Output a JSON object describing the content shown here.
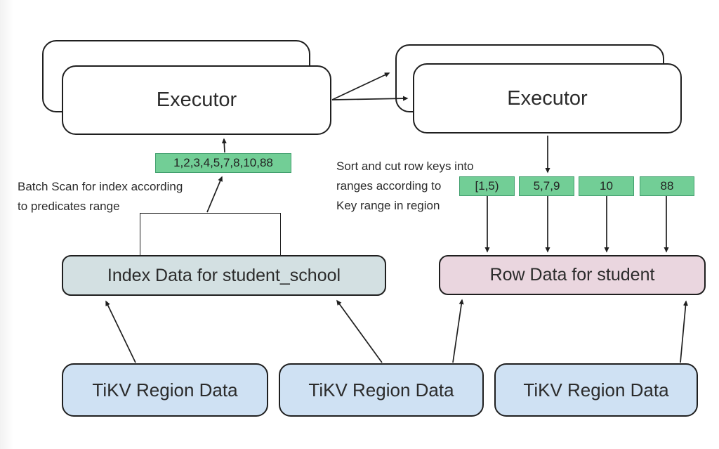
{
  "diagram": {
    "executors": {
      "left_label": "Executor",
      "right_label": "Executor"
    },
    "index_result_label": "1,2,3,4,5,7,8,10,88",
    "notes": {
      "batch_scan": "Batch Scan for index according\nto predicates range",
      "sort_cut": "Sort and cut row keys into\nranges according to\nKey range in region"
    },
    "ranges": {
      "items": [
        "[1,5)",
        "5,7,9",
        "10",
        "88"
      ]
    },
    "stores": {
      "index_box_label": "Index Data for student_school",
      "row_box_label": "Row Data for student",
      "tikv_labels": [
        "TiKV Region Data",
        "TiKV Region Data",
        "TiKV Region Data"
      ]
    },
    "colors": {
      "green_fill": "#72ce96",
      "green_border": "#43a06f",
      "index_fill": "#d3e0e2",
      "row_fill": "#ead6df",
      "tikv_fill": "#cfe1f3",
      "line": "#1f1f1f"
    }
  }
}
